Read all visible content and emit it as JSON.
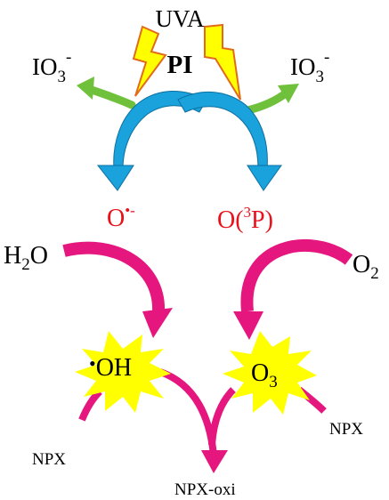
{
  "diagram": {
    "light_label": "UVA",
    "center_label": "PI",
    "left_product": "IO",
    "left_product_sub": "3",
    "left_product_sup": "-",
    "right_product": "IO",
    "right_product_sub": "3",
    "right_product_sup": "-",
    "radical_left": "O",
    "radical_left_sup": "•-",
    "radical_right_prefix": "O(",
    "radical_right_sup": "3",
    "radical_right_suffix": "P)",
    "reactant_left": "H",
    "reactant_left_sub": "2",
    "reactant_left_end": "O",
    "reactant_right": "O",
    "reactant_right_sub": "2",
    "star_left_dot": "•",
    "star_left": "OH",
    "star_right": "O",
    "star_right_sub": "3",
    "npx_left": "NPX",
    "npx_right": "NPX",
    "product": "NPX-oxi"
  },
  "colors": {
    "blue": "#1aa2dc",
    "green": "#6fc13b",
    "magenta": "#e5177f",
    "red": "#e8121c",
    "yellow": "#ffff00",
    "bolt_outline": "#e26b1b",
    "text": "#000000"
  }
}
